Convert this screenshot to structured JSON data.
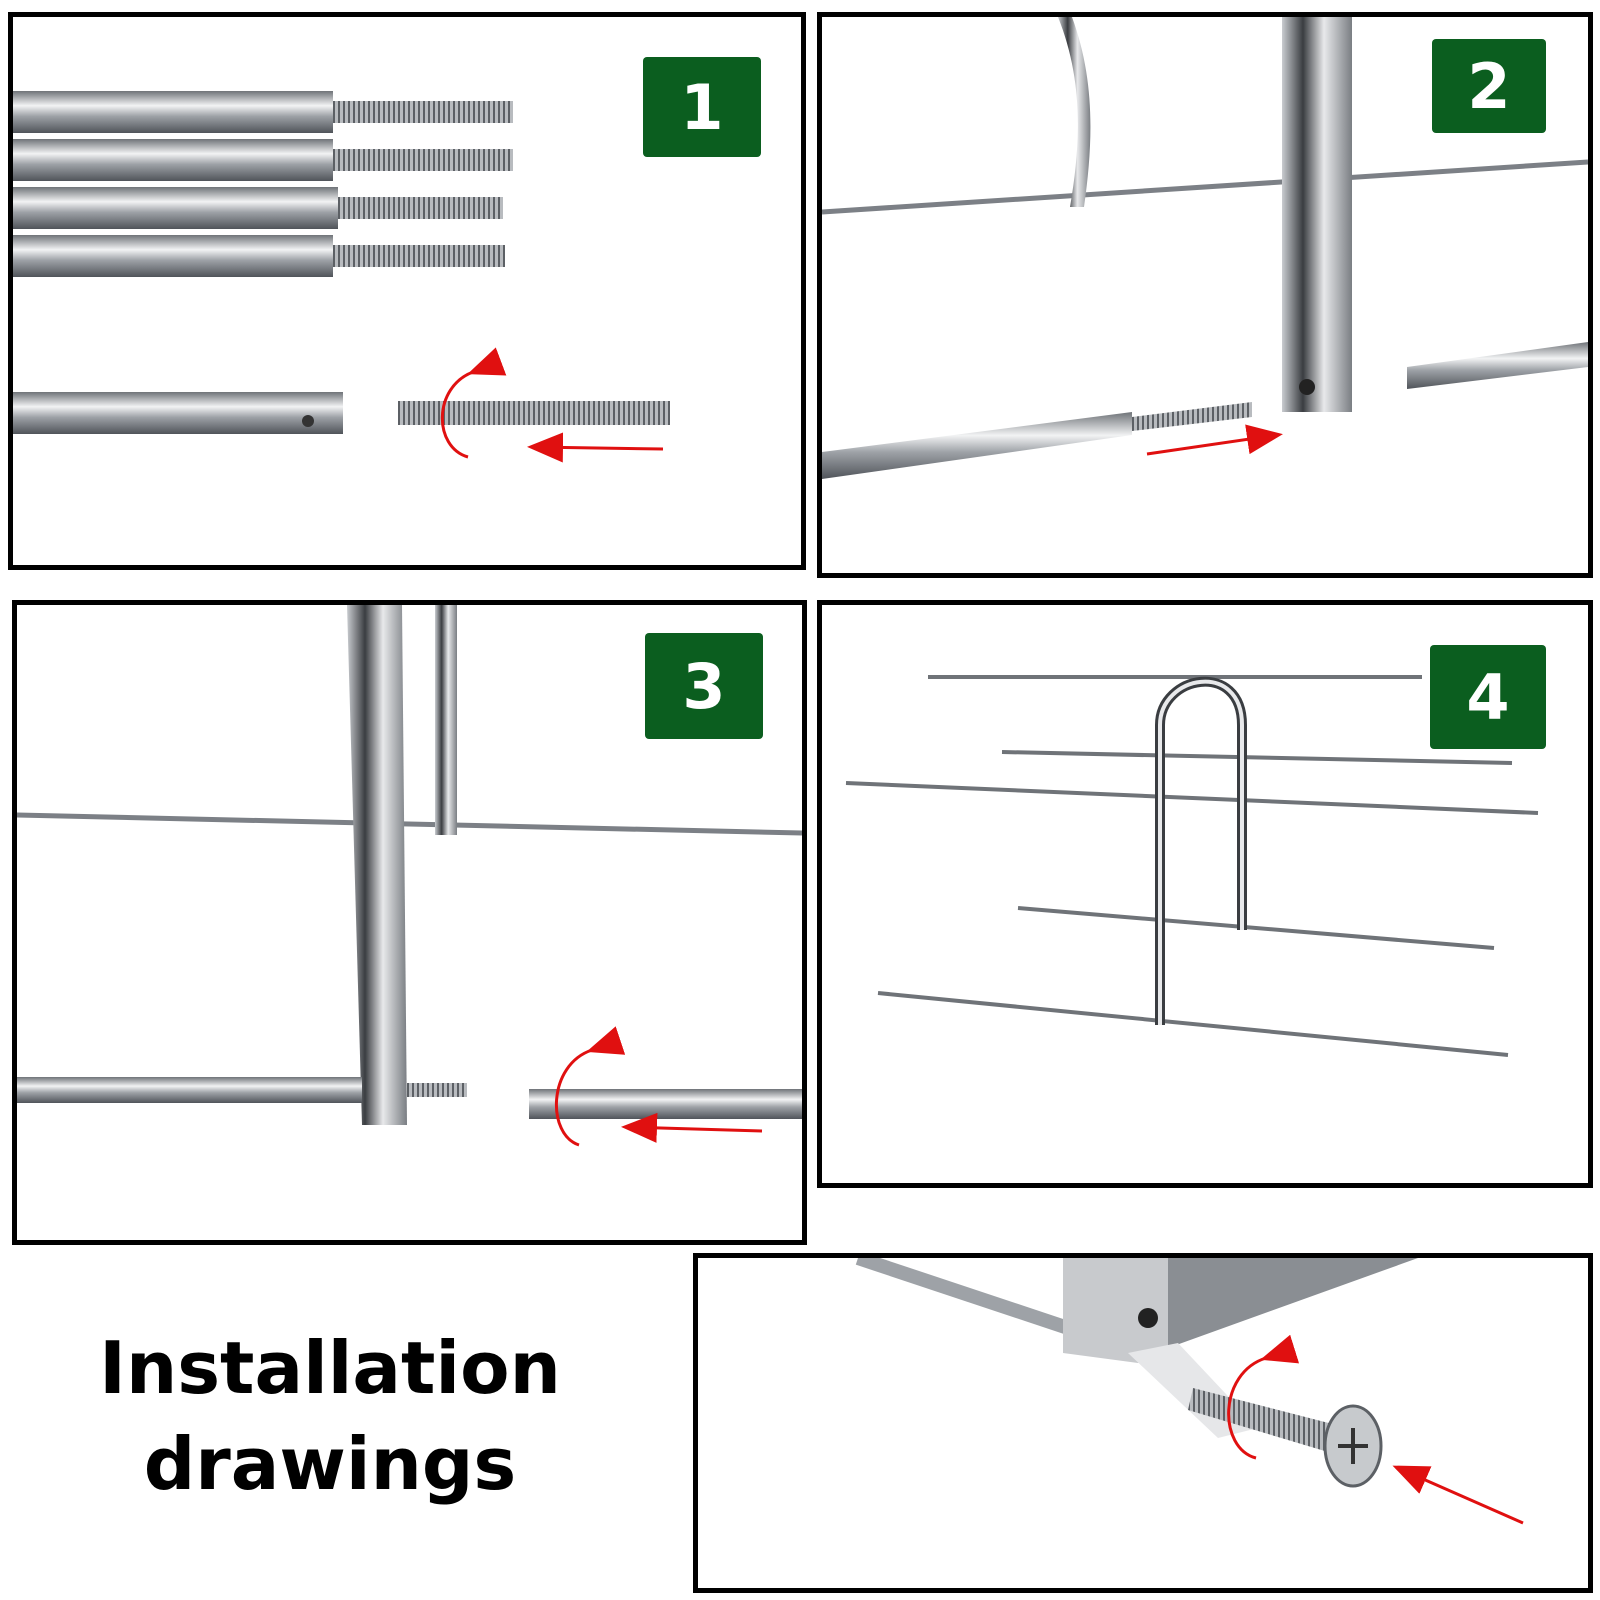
{
  "steps": [
    {
      "label": "1"
    },
    {
      "label": "2"
    },
    {
      "label": "3"
    },
    {
      "label": "4"
    }
  ],
  "title": {
    "line1": "Installation",
    "line2": "drawings"
  },
  "colors": {
    "badge": "#0b5e1f",
    "arrow": "#e01010",
    "frame": "#000000",
    "metal": "#a9adb3"
  }
}
